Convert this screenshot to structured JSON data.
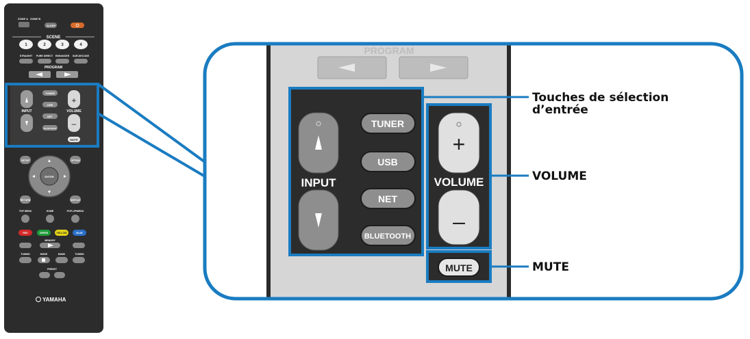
{
  "colors": {
    "highlight": "#1a7cc1",
    "remote_body": "#2c2c2c",
    "zoom_panel": "#d6d6d6",
    "button_gray": "#8a8a8a",
    "red": "#d22a2a",
    "green": "#1e9a3a",
    "yellow": "#e3d21a",
    "blue": "#2a6fc7"
  },
  "remote": {
    "zone_a": "ZONE A",
    "zone_b": "ZONE B",
    "sleep": "SLEEP",
    "scene": "SCENE",
    "scene_buttons": [
      "1",
      "2",
      "3",
      "4"
    ],
    "mode_buttons": [
      "STRAIGHT",
      "PURE DIRECT",
      "ENHANCER",
      "SUR.DECODE"
    ],
    "program": "PROGRAM",
    "input": "INPUT",
    "volume": "VOLUME",
    "tuner": "TUNER",
    "usb": "USB",
    "net": "NET",
    "bluetooth": "BLUETOOTH",
    "mute": "MUTE",
    "setup": "SETUP",
    "option": "OPTION",
    "enter": "ENTER",
    "return": "RETURN",
    "display": "DISPLAY",
    "top_menu": "TOP MENU",
    "home": "HOME",
    "popup_menu": "POP-UP/MENU",
    "red": "RED",
    "green": "GREEN",
    "yellow": "YELLOW",
    "blue": "BLUE",
    "memory": "MEMORY",
    "tuning": "TUNING",
    "mode": "MODE",
    "band": "BAND",
    "preset": "PRESET",
    "brand": "YAMAHA"
  },
  "zoom": {
    "program": "PROGRAM",
    "tuner": "TUNER",
    "usb": "USB",
    "net": "NET",
    "bluetooth": "BLUETOOTH",
    "input": "INPUT",
    "volume": "VOLUME",
    "plus": "+",
    "minus": "–",
    "mute": "MUTE"
  },
  "callouts": {
    "input_keys_line1": "Touches de sélection",
    "input_keys_line2": "d’entrée",
    "volume": "VOLUME",
    "mute": "MUTE"
  }
}
